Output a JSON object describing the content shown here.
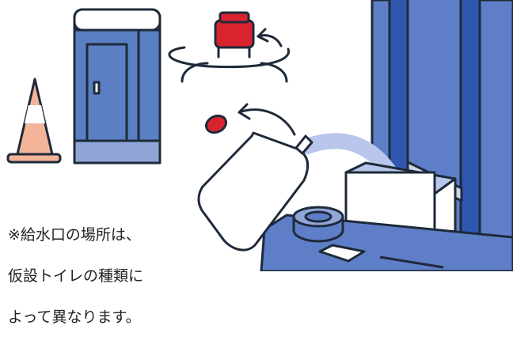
{
  "note": {
    "line1": "※給水口の場所は、",
    "line2": "仮設トイレの種類に",
    "line3": "よって異なります。"
  },
  "colors": {
    "outline": "#1e2a3a",
    "toilet_blue": "#5b7fc4",
    "toilet_light": "#8fa6d6",
    "wall_blue": "#5e7fc7",
    "wall_dark": "#2f57b0",
    "cap_red": "#d9232e",
    "cone_peach": "#f4b49a",
    "bottle_white": "#ffffff",
    "water_blue": "#b7c6ea"
  },
  "icons": {
    "cone": "traffic-cone-icon",
    "toilet": "portable-toilet-icon",
    "cap_rotate": "rotate-cap-icon",
    "bottle": "water-bottle-icon"
  }
}
